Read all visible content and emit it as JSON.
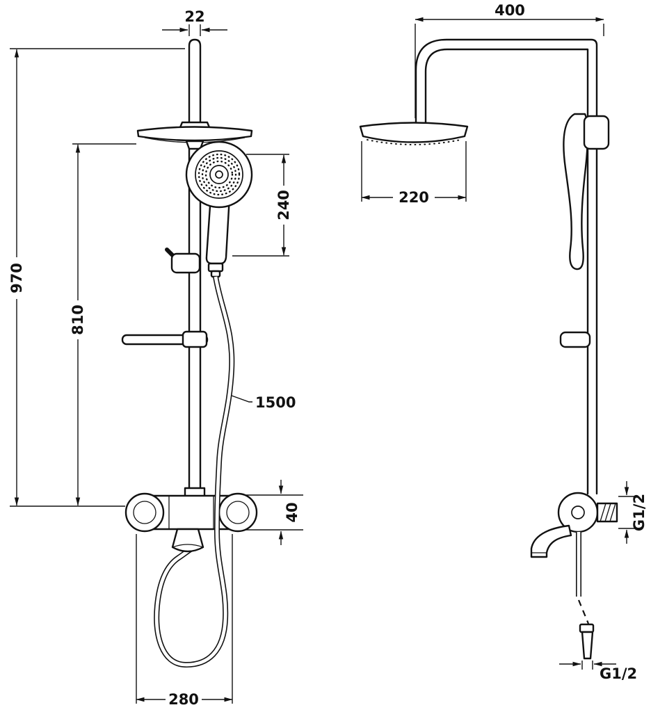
{
  "drawing": {
    "front_view": {
      "pipe_width_mm": "22",
      "total_height_mm": "970",
      "rail_height_mm": "810",
      "hand_shower_span_mm": "240",
      "hose_length_mm": "1500",
      "valve_height_mm": "40",
      "valve_span_mm": "280"
    },
    "side_view": {
      "arm_reach_mm": "400",
      "head_diameter_mm": "220",
      "valve_thread": "G1/2",
      "hose_thread": "G1/2"
    }
  }
}
